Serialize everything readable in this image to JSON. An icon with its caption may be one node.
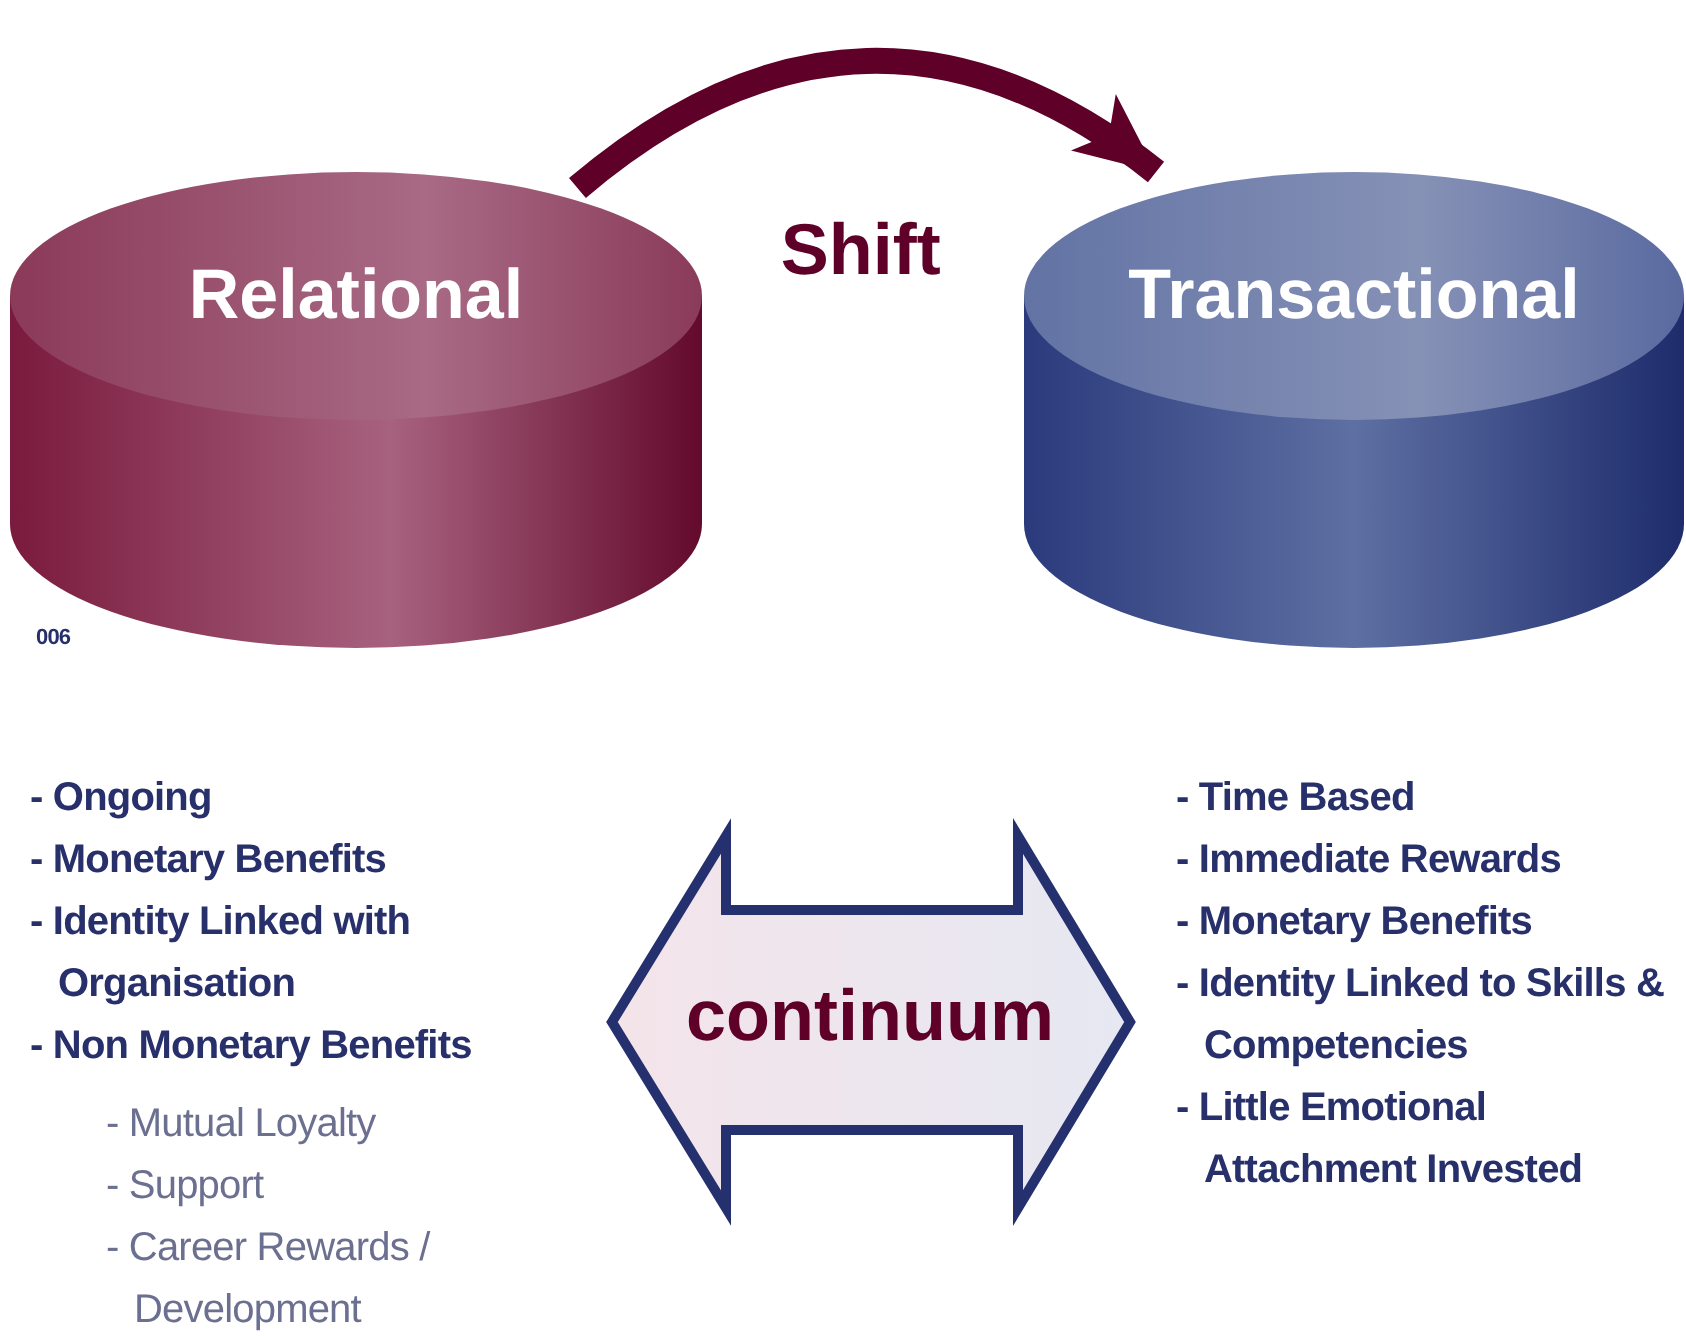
{
  "diagram": {
    "nodes": [
      {
        "text": [
          "Relational"
        ]
      },
      {
        "text": [
          "Transactional"
        ]
      },
      {
        "text": [
          "continuum"
        ]
      }
    ],
    "edges": [
      {
        "from": 0,
        "to": 1,
        "arrow": "to",
        "label": "Shift"
      }
    ],
    "labels": [
      "006",
      "- Ongoing",
      "- Monetary Benefits",
      "- Identity Linked with Organisation",
      "- Non Monetary Benefits",
      "- Mutual Loyalty",
      "- Support",
      "- Career Rewards / Development",
      "- Time Based",
      "- Immediate Rewards",
      "- Monetary Benefits",
      "- Identity Linked to Skills & Competencies",
      "- Little Emotional Attachment Invested"
    ]
  }
}
